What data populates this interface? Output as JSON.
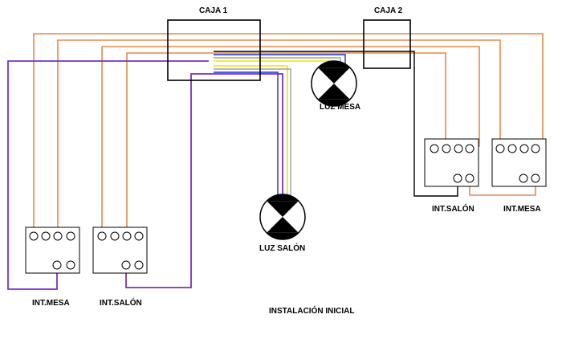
{
  "title": "INSTALACIÓN INICIAL",
  "boxes": {
    "caja1": "CAJA 1",
    "caja2": "CAJA 2"
  },
  "lamps": {
    "luz_mesa": "LUZ MESA",
    "luz_salon": "LUZ SALÓN"
  },
  "switches": {
    "left_mesa": "INT.MESA",
    "left_salon": "INT.SALÓN",
    "right_salon": "INT.SALÓN",
    "right_mesa": "INT.MESA"
  },
  "wire_colors": {
    "orange": "#e8894a",
    "purple": "#7a2fc9",
    "black": "#000000",
    "blue": "#1a2fd6",
    "yellow": "#f2e400",
    "gray": "#a0a0a0"
  }
}
